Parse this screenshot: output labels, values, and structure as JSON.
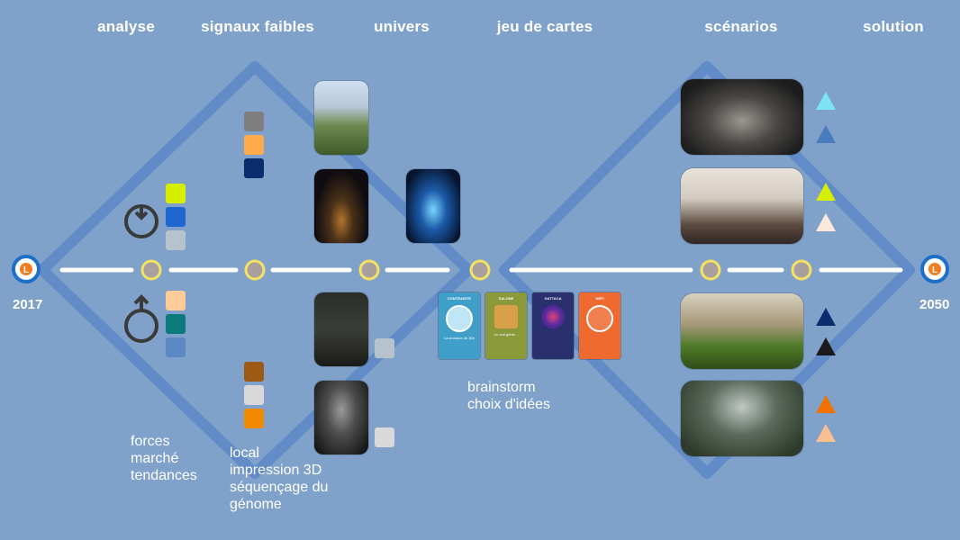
{
  "stages": [
    "analyse",
    "signaux faibles",
    "univers",
    "jeu de cartes",
    "scénarios",
    "solution"
  ],
  "years": {
    "start": "2017",
    "end": "2050"
  },
  "notes": {
    "analyse": "forces\nmarché\ntendances",
    "signaux": "local\nimpression 3D\nséquençage du\ngénome",
    "cartes": "brainstorm\nchoix d'idées"
  },
  "cards": [
    {
      "title": "CONTRAINTE",
      "desc": "La semaine de 30h",
      "bg": "#3f9fc8",
      "icon": "tie-icon"
    },
    {
      "title": "SALONE",
      "desc": "Un vrai génie…",
      "bg": "#8a9a3a",
      "icon": "person-icon"
    },
    {
      "title": "GATTACA",
      "desc": "",
      "bg": "#2a2f6e",
      "icon": "dna-icon"
    },
    {
      "title": "DÉFI",
      "desc": "",
      "bg": "#ef6a2e",
      "icon": "cross-icon"
    }
  ],
  "colors": {
    "background": "#7fa1ca",
    "timeline": "#ffffff",
    "node_ring": "#f4e35e",
    "node_fill": "#a8a0a0",
    "diamond": "#5f8ac8",
    "logo_ring": "#1e6fc8",
    "logo_center": "#f47c20"
  },
  "analysis_squares": [
    "#d6ef00",
    "#1e66d0",
    "#b6c2cc",
    "#ffcc99",
    "#0a7a7a",
    "#5c88c4"
  ],
  "signal_squares": [
    "#7f7f7f",
    "#ffaa4c",
    "#0a2d6e",
    "#9c5a14",
    "#d9d9d9",
    "#f18a00"
  ],
  "univers_squares": [
    "#b6c2cc",
    "#d9d9d9"
  ],
  "scenario_triangles": [
    "#7de3f4",
    "#4a7bbf",
    "#d6ef00",
    "#fde9d9",
    "#0a2d6e",
    "#1a1a1a",
    "#f07200",
    "#fac090"
  ],
  "icons": [
    "logo-left",
    "logo-right",
    "female-symbol-icon",
    "male-symbol-icon"
  ]
}
